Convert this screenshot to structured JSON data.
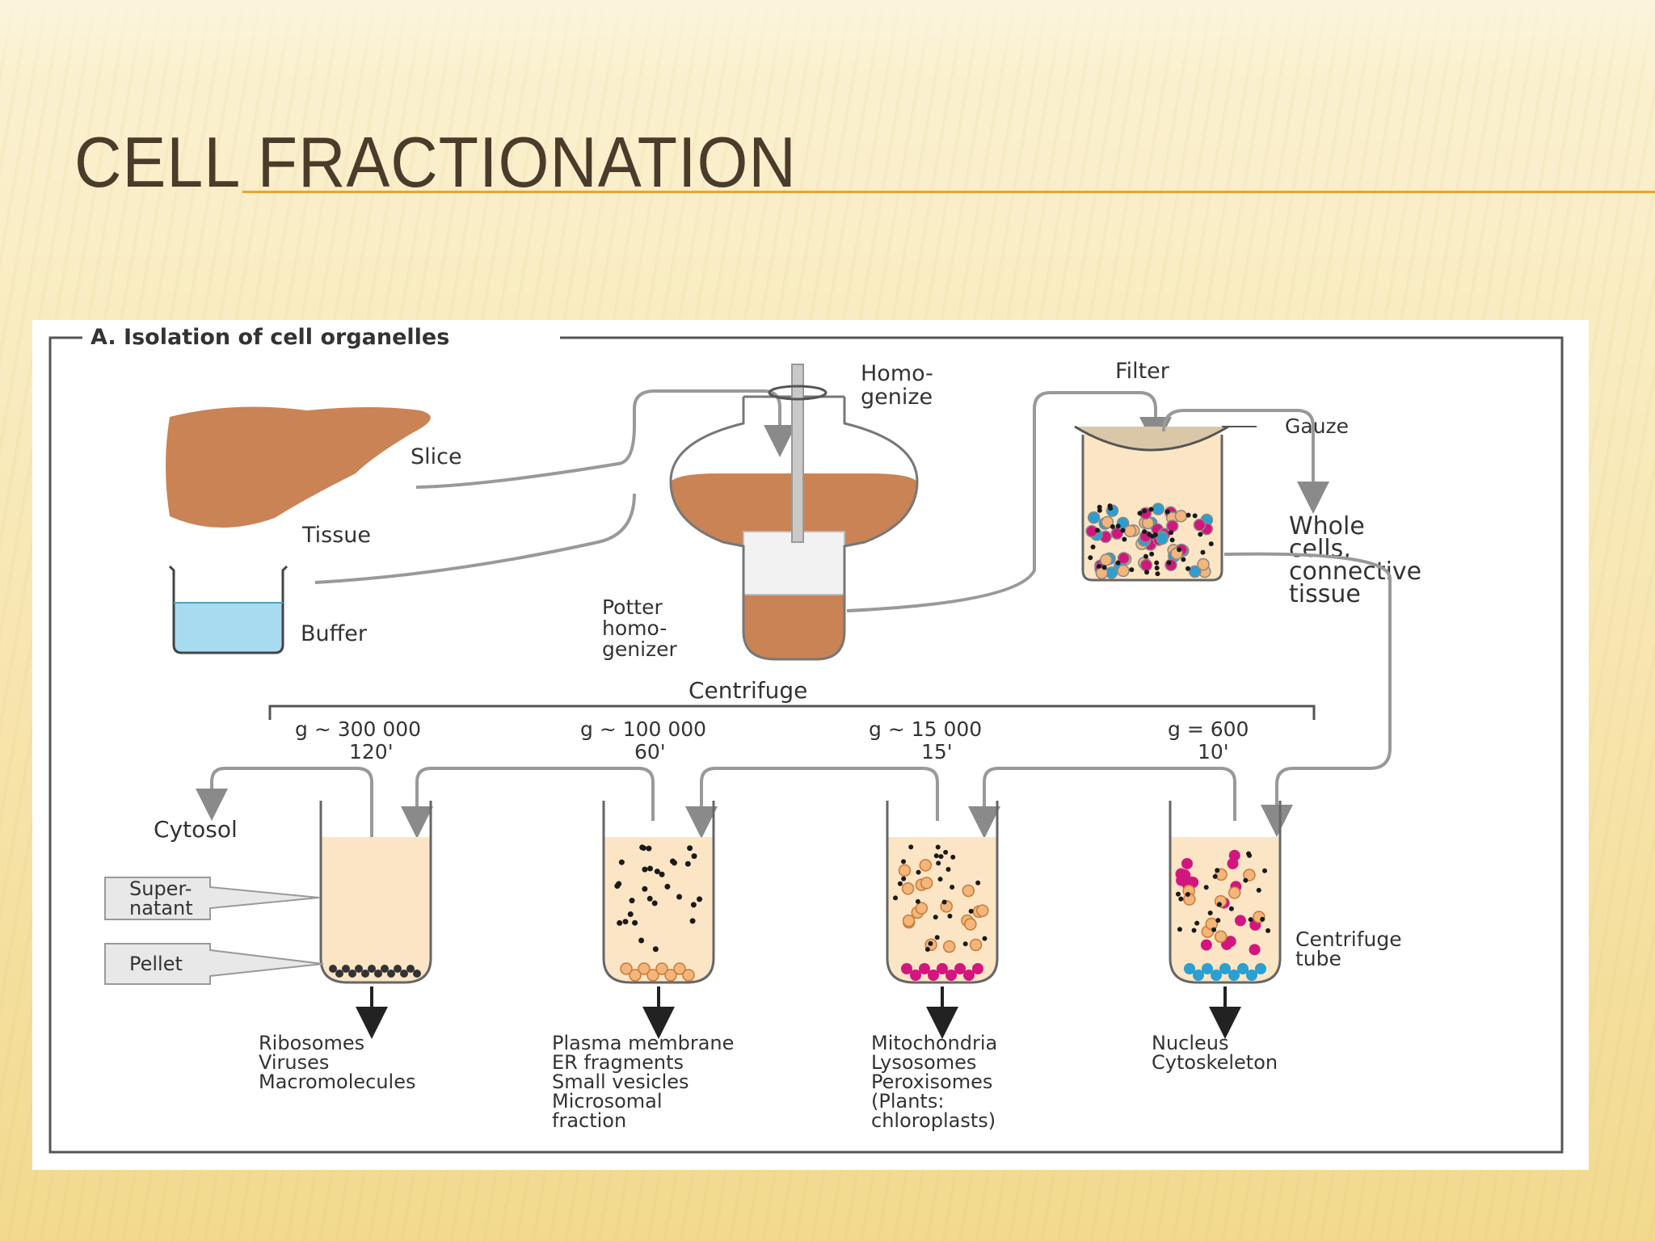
{
  "slide": {
    "title": "Cell Fractionation"
  },
  "diagram": {
    "panel_title": "A. Isolation of cell organelles",
    "labels": {
      "slice": "Slice",
      "tissue": "Tissue",
      "buffer": "Buffer",
      "homogenize": [
        "Homo-",
        "genize"
      ],
      "potter": [
        "Potter",
        "homo-",
        "genizer"
      ],
      "filter": "Filter",
      "gauze": "Gauze",
      "whole_cells": [
        "Whole",
        "cells,",
        "connective",
        "tissue"
      ],
      "centrifuge": "Centrifuge",
      "cytosol": "Cytosol",
      "supernatant": [
        "Super-",
        "natant"
      ],
      "pellet": "Pellet",
      "centrifuge_tube": [
        "Centrifuge",
        "tube"
      ]
    },
    "steps": [
      {
        "g": "g ~ 300 000",
        "time": "120'",
        "products": [
          "Ribosomes",
          "Viruses",
          "Macromolecules"
        ]
      },
      {
        "g": "g ~ 100 000",
        "time": "60'",
        "products": [
          "Plasma membrane",
          "ER fragments",
          "Small vesicles",
          "Microsomal",
          "fraction"
        ]
      },
      {
        "g": "g ~ 15 000",
        "time": "15'",
        "products": [
          "Mitochondria",
          "Lysosomes",
          "Peroxisomes",
          "(Plants:",
          "chloroplasts)"
        ]
      },
      {
        "g": "g = 600",
        "time": "10'",
        "products": [
          "Nucleus",
          "Cytoskeleton"
        ]
      }
    ],
    "colors": {
      "tissue": "#c98355",
      "buffer": "#a9dbf0",
      "fluid": "#fbe5c5",
      "particle_black": "#1a1a1a",
      "particle_orange": "#f3b579",
      "particle_magenta": "#d3157f",
      "particle_blue": "#2a9fd0",
      "arrow_gray": "#8a8a8a"
    }
  }
}
